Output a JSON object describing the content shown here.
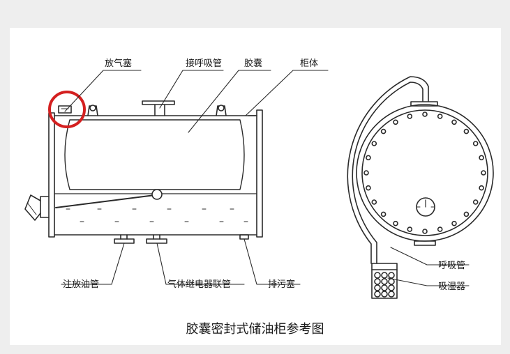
{
  "labels": {
    "vent_plug": "放气塞",
    "breather_pipe": "接呼吸管",
    "bladder": "胶囊",
    "cabinet_body": "柜体",
    "fill_drain_pipe": "注放油管",
    "gas_relay_pipe": "气体继电器联管",
    "sewage_plug": "排污塞",
    "breathing_pipe": "呼吸管",
    "dehumidifier": "吸湿器"
  },
  "caption": "胶囊密封式储油柜参考图",
  "colors": {
    "line": "#2a2a2a",
    "highlight_circle": "#d42020",
    "background": "#eeeeee",
    "panel": "#ffffff"
  }
}
